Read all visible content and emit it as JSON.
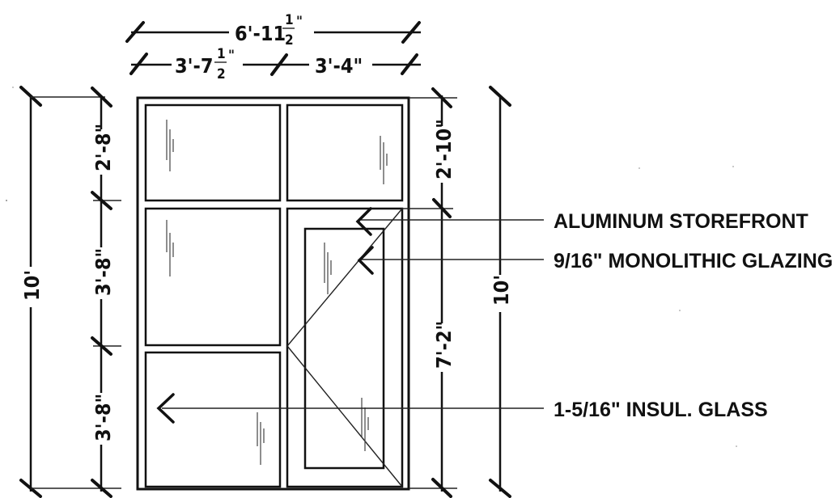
{
  "dimensions": {
    "overall_width": {
      "whole": "6'-11",
      "frac_num": "1",
      "frac_den": "2",
      "suffix": "\""
    },
    "left_width": {
      "whole": "3'-7",
      "frac_num": "1",
      "frac_den": "2",
      "suffix": "\""
    },
    "right_width": "3'-4\"",
    "left_overall_height": "10'",
    "right_overall_height": "10'",
    "left_top_row": "2'-8\"",
    "left_mid_row": "3'-8\"",
    "left_bottom_row": "3'-8\"",
    "right_top_row": "2'-10\"",
    "right_door_height": "7'-2\""
  },
  "callouts": {
    "storefront": "ALUMINUM STOREFRONT",
    "monolithic": "9/16\" MONOLITHIC GLAZING",
    "insulated": "1-5/16\" INSUL. GLASS"
  }
}
